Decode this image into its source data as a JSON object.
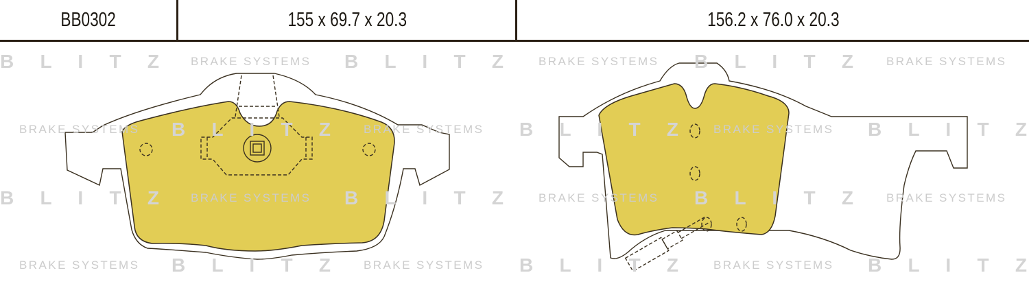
{
  "header": {
    "part_number": "BB0302",
    "dimensions_left": "155 x 69.7 x 20.3",
    "dimensions_right": "156.2 x 76.0 x 20.3"
  },
  "watermark": {
    "brand": "B L I T Z",
    "tagline": "BRAKE SYSTEMS"
  },
  "colors": {
    "friction_material": "#e2cd55",
    "outline": "#3a3020",
    "watermark": "#d9d9d9",
    "header_rule": "#2a1f14"
  }
}
